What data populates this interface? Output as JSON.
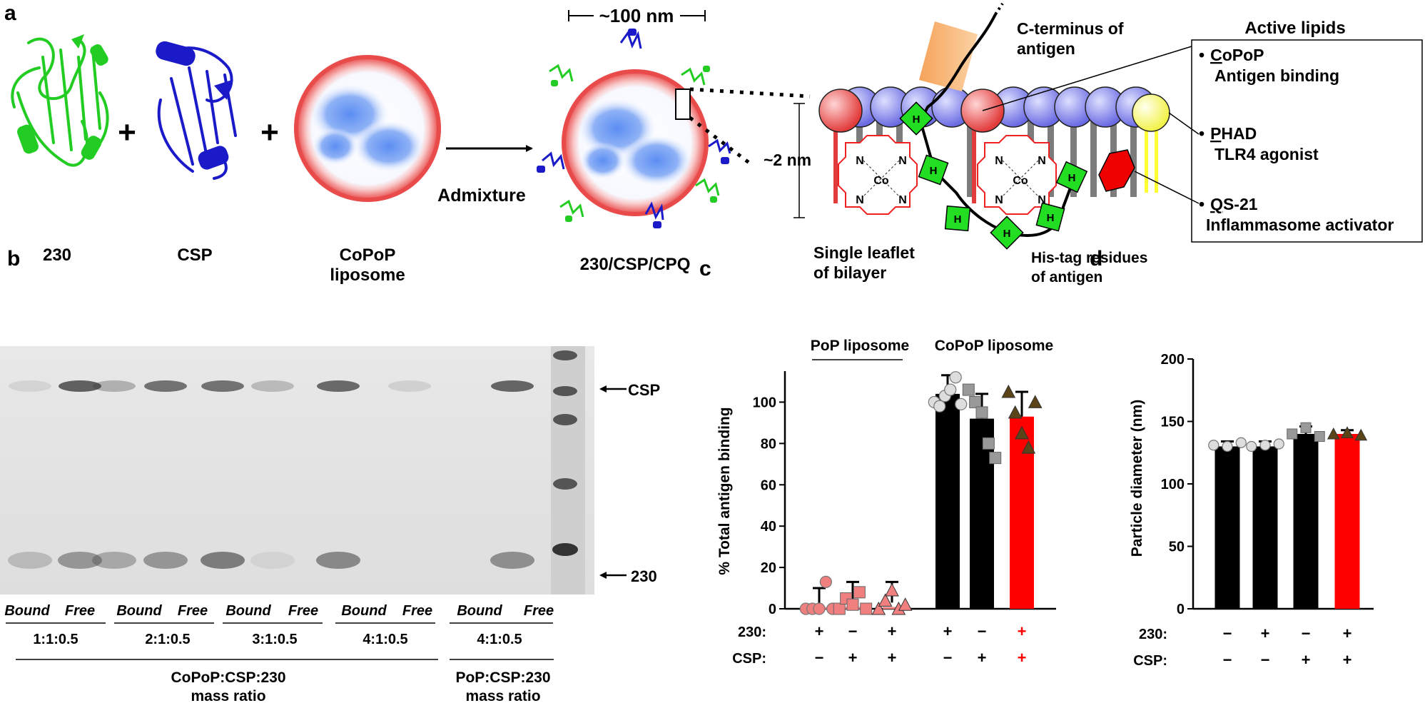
{
  "panels": {
    "a": "a",
    "b": "b",
    "c": "c",
    "d": "d"
  },
  "panel_a": {
    "protein_230": "230",
    "protein_csp": "CSP",
    "liposome": [
      "CoPoP",
      "liposome"
    ],
    "admixture": "Admixture",
    "product": "230/CSP/CPQ",
    "size": "~100 nm",
    "thickness": "~2 nm",
    "c_terminus": [
      "C-terminus of",
      "antigen"
    ],
    "leaflet": [
      "Single leaflet",
      "of bilayer"
    ],
    "his_tag": [
      "His-tag residues",
      "of antigen"
    ],
    "his_letter": "H",
    "n_letter": "N",
    "co_letter": "Co",
    "active_lipids_title": "Active lipids",
    "active_lipids": [
      {
        "initial": "C",
        "name_rest": "oPoP",
        "role": "Antigen binding"
      },
      {
        "initial": "P",
        "name_rest": "HAD",
        "role": "TLR4 agonist"
      },
      {
        "initial": "Q",
        "name_rest": "S-21",
        "role": "Inflammasome activator"
      }
    ],
    "bullet": "•",
    "plus": "+",
    "colors": {
      "protein_230": "#22cc22",
      "protein_csp": "#1a1ac8",
      "liposome_ring": "#e94b4b",
      "his_tag": "#22dd22",
      "qs21": "#ee0000",
      "phad": "#ffff66",
      "copop_head": "#ee5555",
      "lipid_head": "#8888ee"
    }
  },
  "panel_b": {
    "lane_labels": [
      "Bound",
      "Free",
      "Bound",
      "Free",
      "Bound",
      "Free",
      "Bound",
      "Free",
      "Bound",
      "Free"
    ],
    "ratios": [
      "1:1:0.5",
      "2:1:0.5",
      "3:1:0.5",
      "4:1:0.5",
      "4:1:0.5"
    ],
    "group_copop": [
      "CoPoP:CSP:230",
      "mass ratio"
    ],
    "group_pop": [
      "PoP:CSP:230",
      "mass ratio"
    ],
    "arrow_labels": [
      "CSP",
      "230"
    ],
    "band_intensity": {
      "csp": [
        0.1,
        0.75,
        0.3,
        0.65,
        0.65,
        0.25,
        0.7,
        0.12,
        0.0,
        0.72
      ],
      "p230": [
        0.3,
        0.6,
        0.45,
        0.6,
        0.8,
        0.1,
        0.7,
        0.0,
        0.0,
        0.65
      ]
    }
  },
  "chart_data": [
    {
      "panel": "c",
      "type": "bar",
      "ylabel": "% Total antigen  binding",
      "ylim": [
        0,
        115
      ],
      "yticks": [
        0,
        20,
        40,
        60,
        80,
        100
      ],
      "group_labels": [
        "PoP liposome",
        "CoPoP liposome"
      ],
      "row_labels": [
        "230:",
        "CSP:"
      ],
      "conditions": [
        {
          "c230": "+",
          "ccsp": "−",
          "value": 0,
          "sd": 10,
          "bar_color": "#ffffff",
          "marker": "circle",
          "marker_color": "#f08080",
          "points": [
            0,
            0,
            0,
            13,
            0
          ]
        },
        {
          "c230": "−",
          "ccsp": "+",
          "value": 3,
          "sd": 10,
          "bar_color": "#ffffff",
          "marker": "square",
          "marker_color": "#f08080",
          "points": [
            0,
            5,
            2,
            8,
            0
          ]
        },
        {
          "c230": "+",
          "ccsp": "+",
          "value": 3,
          "sd": 10,
          "bar_color": "#ffffff",
          "marker": "triangle",
          "marker_color": "#f08080",
          "points": [
            0,
            4,
            9,
            0,
            2
          ]
        },
        {
          "c230": "+",
          "ccsp": "−",
          "value": 104,
          "sd": 9,
          "bar_color": "#000000",
          "marker": "circle",
          "marker_color": "#dddddd",
          "points": [
            100,
            98,
            103,
            106,
            112,
            99
          ]
        },
        {
          "c230": "−",
          "ccsp": "+",
          "value": 92,
          "sd": 12,
          "bar_color": "#000000",
          "marker": "square",
          "marker_color": "#999999",
          "points": [
            106,
            100,
            95,
            80,
            73
          ]
        },
        {
          "c230": "+",
          "ccsp": "+",
          "value": 93,
          "sd": 12,
          "bar_color": "#ff0000",
          "marker": "triangle",
          "marker_color": "#5a4418",
          "points": [
            105,
            95,
            85,
            78,
            100
          ],
          "label_color": "#ff0000"
        }
      ]
    },
    {
      "panel": "d",
      "type": "bar",
      "ylabel": "Particle diameter (nm)",
      "ylim": [
        0,
        200
      ],
      "yticks": [
        0,
        50,
        100,
        150,
        200
      ],
      "row_labels": [
        "230:",
        "CSP:"
      ],
      "conditions": [
        {
          "c230": "−",
          "ccsp": "−",
          "value": 130,
          "sd": 4,
          "bar_color": "#000000",
          "marker": "circle",
          "marker_color": "#dddddd",
          "points": [
            131,
            130,
            133
          ]
        },
        {
          "c230": "+",
          "ccsp": "−",
          "value": 130,
          "sd": 4,
          "bar_color": "#000000",
          "marker": "circle",
          "marker_color": "#dddddd",
          "points": [
            130,
            131,
            132
          ]
        },
        {
          "c230": "−",
          "ccsp": "+",
          "value": 140,
          "sd": 6,
          "bar_color": "#000000",
          "marker": "square",
          "marker_color": "#999999",
          "points": [
            140,
            145,
            138
          ]
        },
        {
          "c230": "+",
          "ccsp": "+",
          "value": 140,
          "sd": 3,
          "bar_color": "#ff0000",
          "marker": "triangle",
          "marker_color": "#5a4418",
          "points": [
            140,
            141,
            139
          ]
        }
      ]
    }
  ]
}
